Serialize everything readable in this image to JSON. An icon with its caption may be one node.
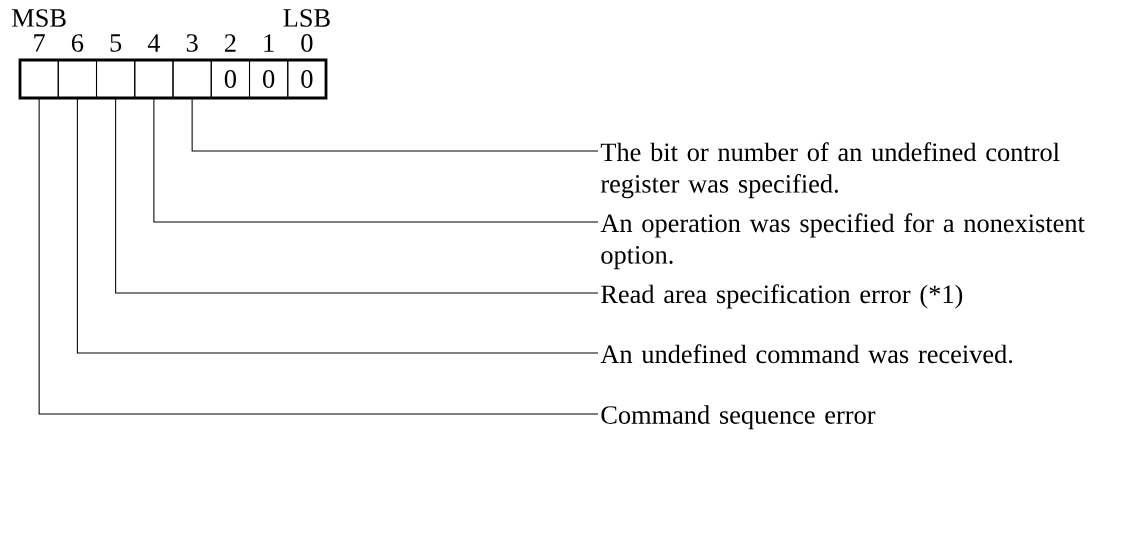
{
  "diagram": {
    "nodes": [
      {
        "text": [],
        "shape": "box"
      },
      {
        "text": [],
        "shape": "box"
      },
      {
        "text": [],
        "shape": "box"
      },
      {
        "text": [],
        "shape": "box"
      },
      {
        "text": [],
        "shape": "box"
      },
      {
        "text": [
          "0"
        ]
      },
      {
        "text": [
          "0"
        ]
      },
      {
        "text": [
          "0"
        ]
      },
      {
        "text": [
          "The bit or number of an undefined control register was specified."
        ]
      },
      {
        "text": [
          "An operation was specified for a nonexistent option."
        ]
      },
      {
        "text": [
          "Read area specification error (*1)"
        ]
      },
      {
        "text": [
          "An undefined command was received."
        ]
      },
      {
        "text": [
          "Command sequence error"
        ]
      }
    ],
    "edges": [
      {
        "from": 8,
        "to": 4,
        "arrow": "none"
      },
      {
        "from": 9,
        "to": 3,
        "arrow": "none"
      },
      {
        "from": 10,
        "to": 2,
        "arrow": "none"
      },
      {
        "from": 11,
        "to": 1,
        "arrow": "none"
      },
      {
        "from": 12,
        "to": 0,
        "arrow": "none"
      }
    ],
    "labels": [
      "MSB",
      "LSB",
      "7",
      "6",
      "5",
      "4",
      "3",
      "2",
      "1",
      "0"
    ]
  }
}
